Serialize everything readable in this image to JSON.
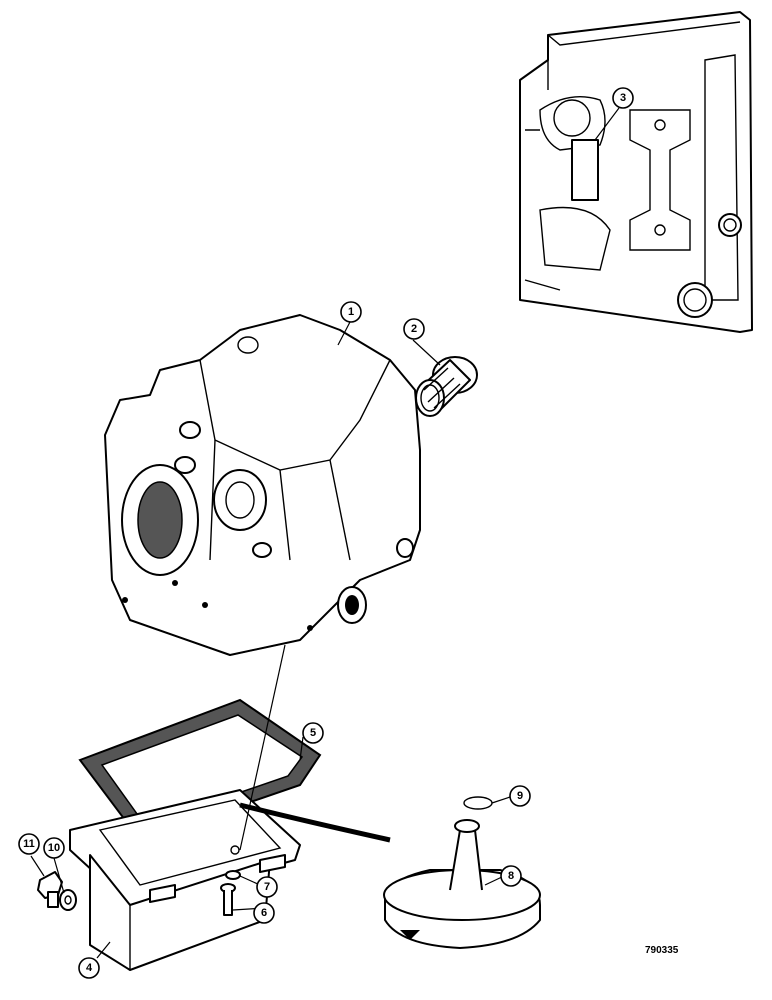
{
  "figure_number": "790335",
  "callouts": [
    {
      "id": "1",
      "label": "1"
    },
    {
      "id": "2",
      "label": "2"
    },
    {
      "id": "3",
      "label": "3"
    },
    {
      "id": "4",
      "label": "4"
    },
    {
      "id": "5",
      "label": "5"
    },
    {
      "id": "6",
      "label": "6"
    },
    {
      "id": "7",
      "label": "7"
    },
    {
      "id": "8",
      "label": "8"
    },
    {
      "id": "9",
      "label": "9"
    },
    {
      "id": "10",
      "label": "10"
    },
    {
      "id": "11",
      "label": "11"
    }
  ]
}
